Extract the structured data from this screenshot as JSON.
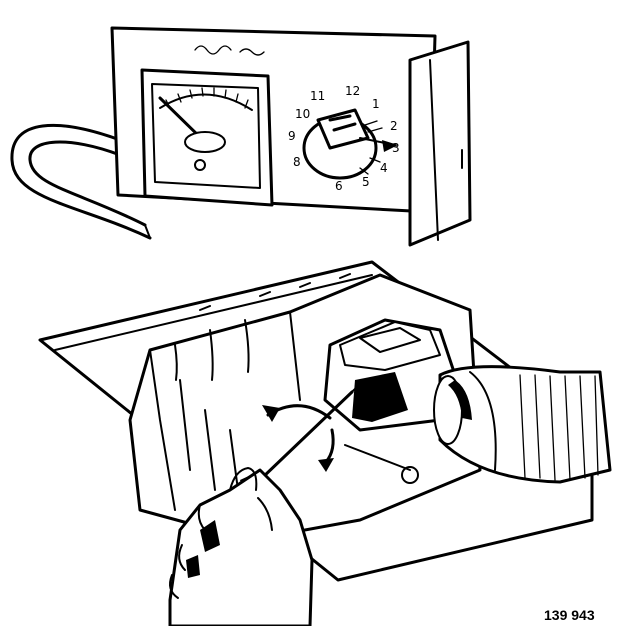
{
  "figure_number": "139 943",
  "meter": {
    "faceplate_text": "",
    "dial_numbers": [
      "11",
      "12",
      "1",
      "2",
      "3",
      "4",
      "5",
      "6",
      "8",
      "9",
      "10"
    ]
  },
  "icons": {
    "meter_instrument": "multimeter-icon",
    "adjuster_screwdriver": "screwdriver-icon",
    "hand": "hand-icon"
  }
}
